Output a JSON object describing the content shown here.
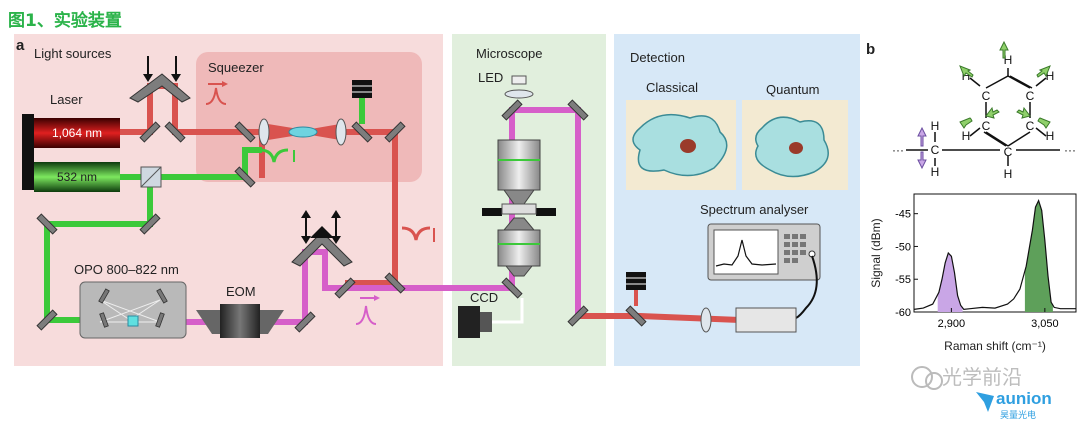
{
  "heading": "图1、实验装置",
  "panel_a_label": "a",
  "panel_b_label": "b",
  "light_sources": {
    "title": "Light sources",
    "laser_label": "Laser",
    "beam_red": "1,064 nm",
    "beam_green": "532 nm",
    "squeezer": "Squeezer",
    "opo": "OPO 800–822 nm",
    "eom": "EOM"
  },
  "microscope": {
    "title": "Microscope",
    "led": "LED",
    "ccd": "CCD"
  },
  "detection": {
    "title": "Detection",
    "classical": "Classical",
    "quantum": "Quantum",
    "spectrum_analyser": "Spectrum analyser"
  },
  "molecule": {
    "atom_h": "H",
    "atom_c": "C",
    "dots": "···"
  },
  "chart_data": {
    "type": "line",
    "xlabel": "Raman shift (cm⁻¹)",
    "ylabel": "Signal (dBm)",
    "xlim": [
      2840,
      3100
    ],
    "ylim": [
      -60,
      -42
    ],
    "xticks": [
      "2,900",
      "3,050"
    ],
    "yticks": [
      "-45",
      "-50",
      "-55",
      "-60"
    ],
    "x": [
      2840,
      2855,
      2870,
      2880,
      2885,
      2890,
      2895,
      2900,
      2905,
      2910,
      2915,
      2920,
      2930,
      2950,
      2970,
      2990,
      3000,
      3010,
      3020,
      3030,
      3035,
      3040,
      3045,
      3050,
      3055,
      3060,
      3065,
      3075,
      3085,
      3100
    ],
    "y": [
      -59.6,
      -59.4,
      -58.8,
      -57.0,
      -55.0,
      -52.5,
      -51.0,
      -51.5,
      -54.0,
      -57.5,
      -59.0,
      -59.6,
      -59.5,
      -59.3,
      -59.4,
      -58.8,
      -58.0,
      -56.5,
      -53.0,
      -47.5,
      -44.0,
      -43.0,
      -44.5,
      -49.0,
      -54.5,
      -58.5,
      -59.3,
      -59.5,
      -59.5,
      -59.5
    ],
    "fills": [
      {
        "from": 2878,
        "to": 2918,
        "color": "#c9a6e6"
      },
      {
        "from": 3018,
        "to": 3063,
        "color": "#5ea05a"
      }
    ]
  },
  "watermark": {
    "text": "光学前沿",
    "brand": "aunion",
    "sub": "昊量光电"
  },
  "colors": {
    "red_beam": "#d9534f",
    "green_beam": "#3cc93a",
    "magenta_beam": "#d65fc9",
    "light_sources_bg": "#f7dcdc",
    "squeezer_bg": "#efb9b9",
    "microscope_bg": "#e1efdd",
    "detection_bg": "#d7e8f7"
  }
}
